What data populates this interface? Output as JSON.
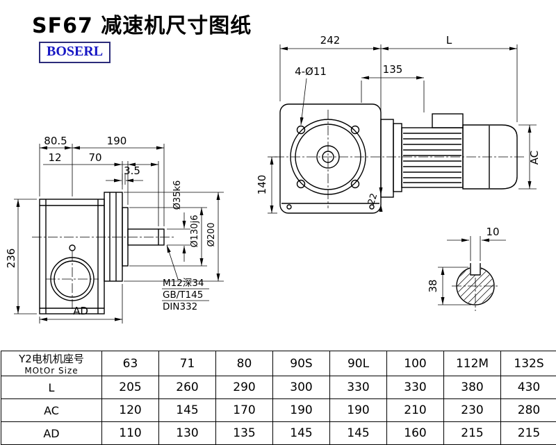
{
  "title": "SF67 减速机尺寸图纸",
  "logo": "BOSERL",
  "front_view": {
    "dim_width": "242",
    "dim_l": "L",
    "bolt_note": "4-Ø11",
    "dim_135": "135",
    "dim_140": "140",
    "dim_22": "22",
    "dim_ac": "AC"
  },
  "side_view": {
    "dim_80_5": "80.5",
    "dim_190": "190",
    "dim_12": "12",
    "dim_70": "70",
    "dim_3_5": "3.5",
    "dim_236": "236",
    "dim_ad": "AD",
    "dia_shaft": "Ø35k6",
    "dia_spigot": "Ø130j6",
    "dia_flange": "Ø200",
    "note_line1": "M12深34",
    "note_line2": "GB/T145",
    "note_line3": "DIN332"
  },
  "shaft_view": {
    "dim_key_width": "10",
    "dim_diameter": "38"
  },
  "table": {
    "header_line1": "Y2电机机座号",
    "header_line2": "MOtOr Size",
    "sizes": [
      "63",
      "71",
      "80",
      "90S",
      "90L",
      "100",
      "112M",
      "132S"
    ],
    "rows": [
      {
        "label": "L",
        "values": [
          "205",
          "260",
          "290",
          "300",
          "330",
          "330",
          "380",
          "430"
        ]
      },
      {
        "label": "AC",
        "values": [
          "120",
          "145",
          "170",
          "190",
          "190",
          "210",
          "230",
          "280"
        ]
      },
      {
        "label": "AD",
        "values": [
          "110",
          "130",
          "135",
          "145",
          "145",
          "160",
          "215",
          "215"
        ]
      }
    ]
  }
}
